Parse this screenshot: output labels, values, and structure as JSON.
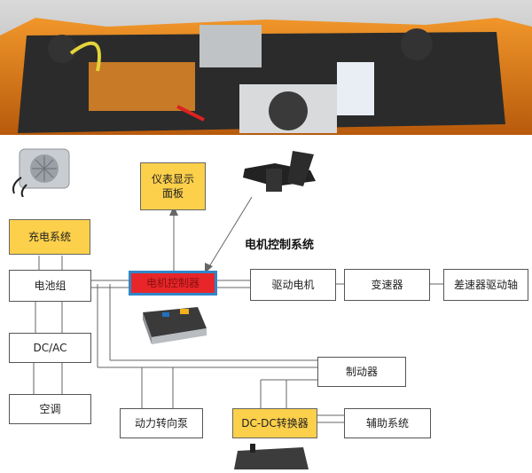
{
  "title": "电机控制系统",
  "colors": {
    "highlight_fill": "#e8262a",
    "highlight_border": "#2f86c9",
    "yellow_box": "#fcd04b"
  },
  "images": {
    "engine_bay": "engine-bay-photo",
    "charger": "charger-unit-photo",
    "pedal": "accelerator-pedal-photo",
    "controller": "motor-controller-photo",
    "dcdc": "dcdc-converter-photo"
  },
  "nodes": {
    "instrument_panel": "仪表显示\n面板",
    "charging": "充电系统",
    "battery": "电池组",
    "motor_controller": "电机控制器",
    "drive_motor": "驱动电机",
    "transmission": "变速器",
    "differential": "差速器驱动轴",
    "dcac": "DC/AC",
    "aircon": "空调",
    "brake": "制动器",
    "power_steering": "动力转向泵",
    "dcdc": "DC-DC转换器",
    "auxiliary": "辅助系统"
  }
}
